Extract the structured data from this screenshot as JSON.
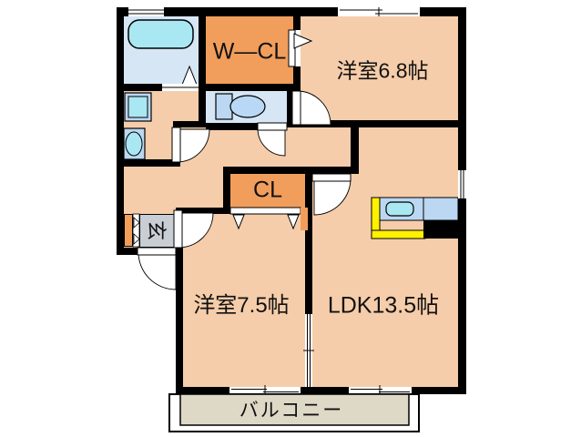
{
  "title": "2LDK floor plan",
  "labels": {
    "western_room_68": "洋室6.8帖",
    "walk_in_closet": "W—CL",
    "closet": "CL",
    "entrance": "玄",
    "western_room_75": "洋室7.5帖",
    "ldk": "LDK13.5帖",
    "balcony": "バルコニー"
  },
  "colors": {
    "wall": "#000000",
    "floor": "#F6CDAA",
    "closet_orange": "#F19E5C",
    "bath_blue": "#D6E6F5",
    "fixture_blue": "#BBD7F2",
    "water_cyan": "#A9E7F2",
    "tile_gray": "#C9CDD4",
    "balcony_beige": "#DED8C6",
    "kitchen_yellow": "#FFF100"
  }
}
